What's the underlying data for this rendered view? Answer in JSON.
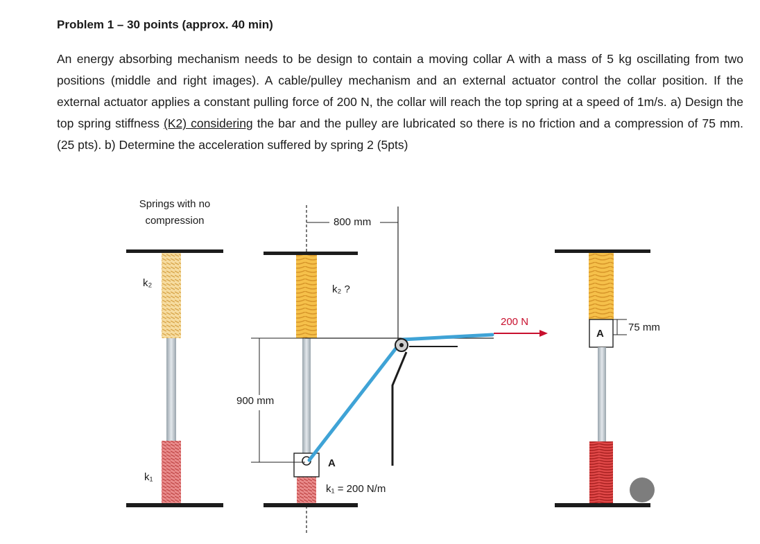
{
  "problem": {
    "title": "Problem 1 – 30 points (approx. 40 min)",
    "paragraph_part1": "An energy absorbing mechanism needs to be design to contain a moving collar A with a mass of 5 kg oscillating from two positions (middle and right images). A cable/pulley mechanism and an external actuator control the collar position. If the external actuator applies a constant pulling force of 200 N, the collar will reach the top spring at a speed of 1m/s. a) Design the top spring stiffness ",
    "paragraph_underlined": "(K2) considering",
    "paragraph_part2": " the bar and the pulley are lubricated so there is no friction and a compression of 75 mm. (25 pts). b) Determine the acceleration suffered by spring 2 (5pts)"
  },
  "figure": {
    "left_caption": "Springs with no compression",
    "left_k2": "k₂",
    "left_k1": "k₁",
    "dim_800": "800 mm",
    "dim_900": "900 mm",
    "mid_k2": "k₂ ?",
    "mid_collar": "A",
    "mid_k1": "k₁ = 200 N/m",
    "force": "200 N",
    "right_collar": "A",
    "right_dim": "75 mm",
    "colors": {
      "top_spring": "#f2c66a",
      "bottom_spring": "#e06a6a",
      "cable": "#3fa3d6",
      "force_arrow": "#c8102e",
      "rod": "#b9c3ca"
    }
  }
}
